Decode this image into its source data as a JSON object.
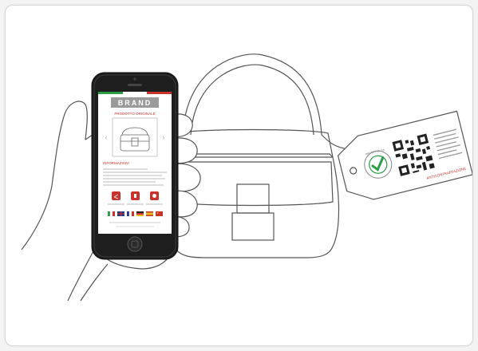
{
  "phone": {
    "brand": "BRAND",
    "subtitle": "PRODOTTO ORIGINALE",
    "section_label": "INFORMAZIONI"
  },
  "tag": {
    "seal": "PROTETTO DA",
    "footer": "ANTICONTRAFFAZIONE"
  },
  "colors": {
    "accent_red": "#c8332b",
    "flag_green": "#2a9d45",
    "line": "#555555"
  }
}
